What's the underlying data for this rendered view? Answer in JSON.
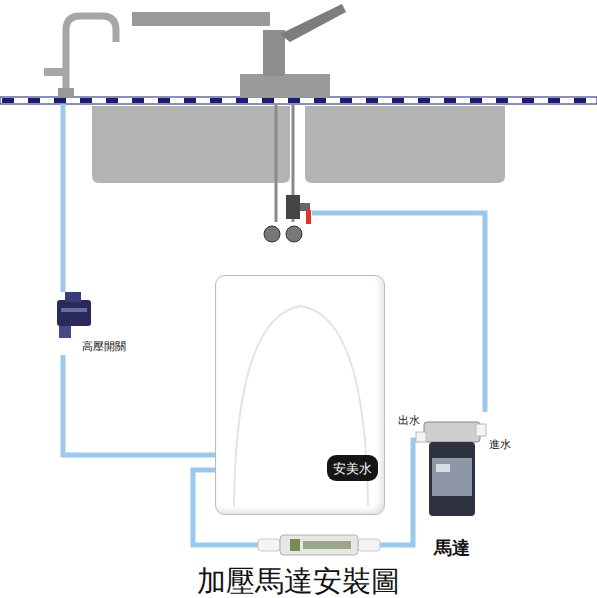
{
  "diagram": {
    "title": "加壓馬達安裝圖",
    "nodes": [
      {
        "text": [
          "安美水"
        ]
      },
      {
        "text": [
          "高壓開關"
        ]
      },
      {
        "text": [
          "馬達"
        ]
      }
    ],
    "edges": [
      {
        "from": 1,
        "to": 0,
        "arrow": "none"
      },
      {
        "from": 2,
        "to": 0,
        "arrow": "none"
      }
    ],
    "labels": [
      "出水",
      "進水"
    ]
  }
}
